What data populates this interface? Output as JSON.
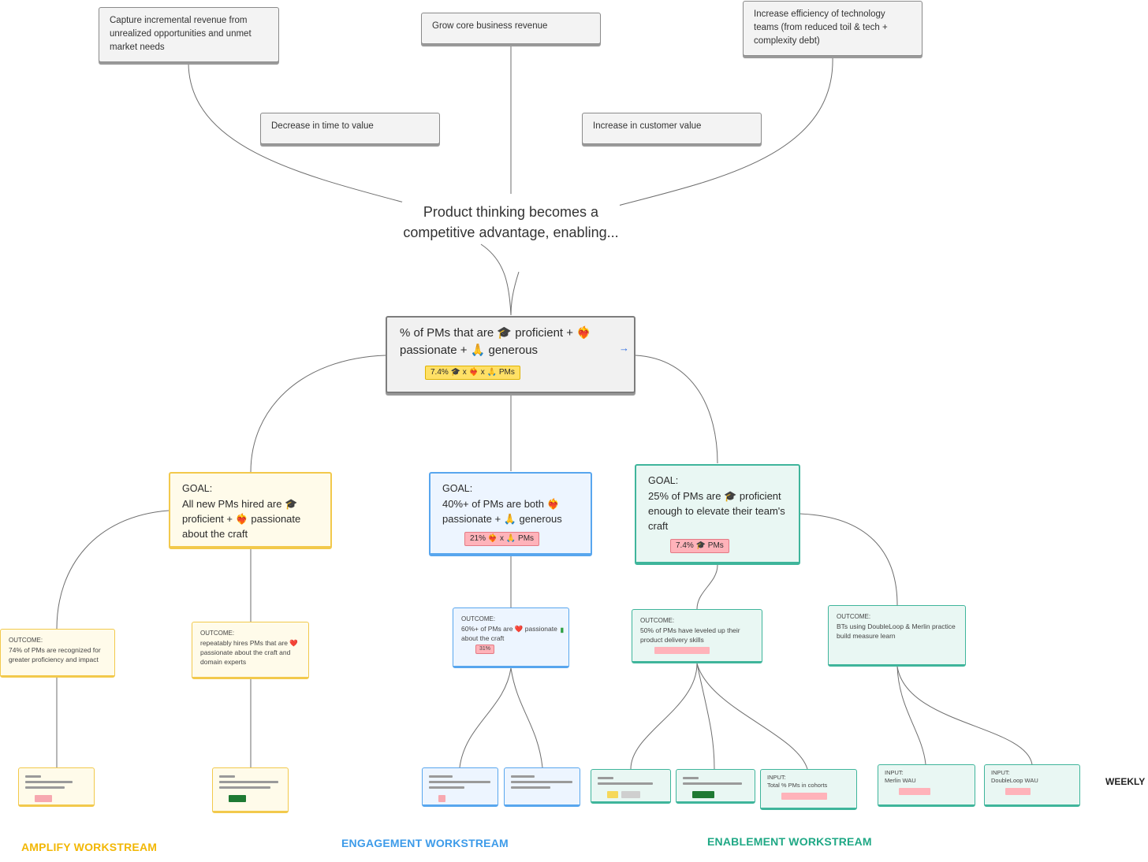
{
  "top_outcomes": [
    {
      "text": "Capture incremental revenue from unrealized opportunities and unmet market needs"
    },
    {
      "text": "Grow core business revenue"
    },
    {
      "text": "Increase efficiency of technology teams (from reduced toil & tech + complexity debt)"
    },
    {
      "text": "Decrease in time to value"
    },
    {
      "text": "Increase in customer value"
    }
  ],
  "center_text": "Product thinking becomes a competitive advantage, enabling...",
  "main_metric": {
    "text": "% of PMs that are 🎓 proficient  +  ❤️‍🔥 passionate + 🙏 generous",
    "pill": "7.4% 🎓 x ❤️‍🔥 x 🙏 PMs",
    "arrow": "→"
  },
  "goals": [
    {
      "label": "GOAL:",
      "text": "All new PMs hired are 🎓 proficient + ❤️‍🔥 passionate about the craft"
    },
    {
      "label": "GOAL:",
      "text": "40%+ of PMs are both ❤️‍🔥 passionate + 🙏 generous",
      "pill": "21% ❤️‍🔥 x 🙏 PMs"
    },
    {
      "label": "GOAL:",
      "text": "25% of PMs are 🎓 proficient enough to elevate their team's craft",
      "pill": "7.4% 🎓 PMs"
    }
  ],
  "outcomes": [
    {
      "label": "OUTCOME:",
      "text": "74% of PMs are recognized for greater proficiency and impact"
    },
    {
      "label": "OUTCOME:",
      "text": "repeatably hires PMs that are ❤️ passionate about the craft and domain experts"
    },
    {
      "label": "OUTCOME:",
      "text": "60%+ of PMs are ❤️ passionate about the craft",
      "pill": "31%"
    },
    {
      "label": "OUTCOME:",
      "text": "50% of PMs have leveled up their product delivery skills"
    },
    {
      "label": "OUTCOME:",
      "text": "BTs using DoubleLoop & Merlin practice build measure learn"
    }
  ],
  "inputs": [
    {
      "label": "INPUT:",
      "text": "Total % PMs in cohorts"
    },
    {
      "label": "INPUT:",
      "text": "Merlin WAU"
    },
    {
      "label": "INPUT:",
      "text": "DoubleLoop WAU"
    }
  ],
  "workstreams": [
    {
      "name": "AMPLIFY WORKSTREAM",
      "color": "#f2b705"
    },
    {
      "name": "ENGAGEMENT WORKSTREAM",
      "color": "#3d9be9"
    },
    {
      "name": "ENABLEMENT WORKSTREAM",
      "color": "#1fa885"
    }
  ],
  "weekly_label": "WEEKLY"
}
